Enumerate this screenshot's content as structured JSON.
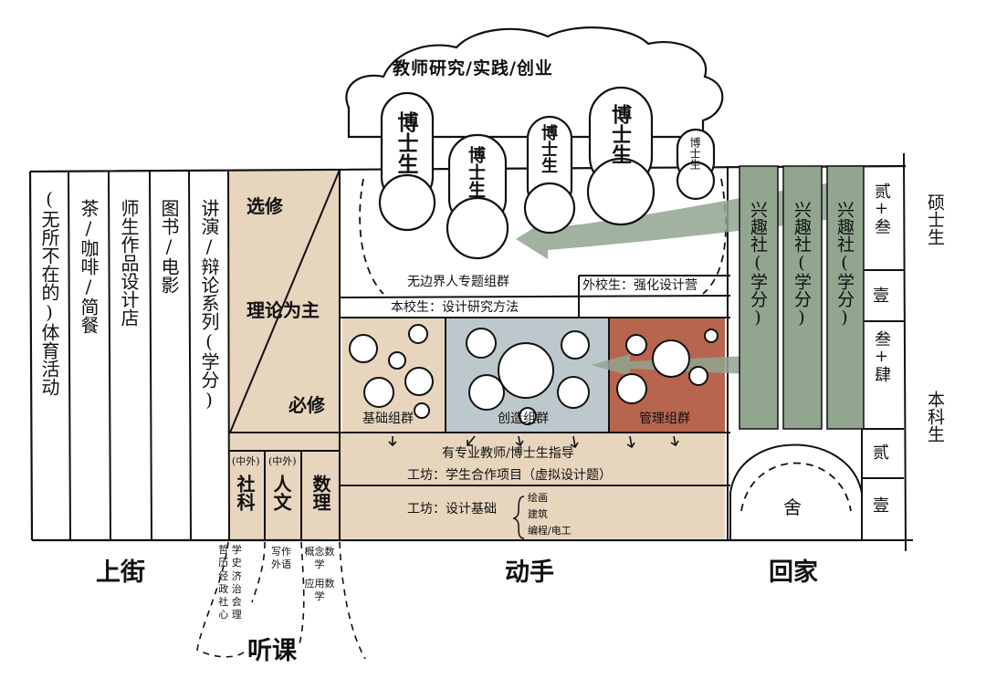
{
  "colors": {
    "beige": "#e8d5be",
    "blue_gray": "#bcc8cc",
    "rust": "#b7654f",
    "green": "#91a58f",
    "ink": "#111111"
  },
  "cloud": {
    "title": "教师研究/实践/创业"
  },
  "phd": {
    "label": "博士生"
  },
  "streets": {
    "col1": "(无所不在的)体育活动",
    "col2": "茶/咖啡/简餐",
    "col3": "师生作品设计店",
    "col4": "图书/电影",
    "col5": "讲演/辩论系列(学分)"
  },
  "lecture": {
    "elective": "选修",
    "theory": "理论为主",
    "required": "必修",
    "social_prefix": "(中外)",
    "social": "社科",
    "humanities_prefix": "(中外)",
    "humanities": "人文",
    "math": "数理",
    "social_subjects": [
      "哲学",
      "历史",
      "经济",
      "政治",
      "社会",
      "心理"
    ],
    "social_subjects_lines": [
      "哲 学",
      "历 史",
      "经 济",
      "政 治",
      "社 会",
      "心 理"
    ],
    "humanities_subjects": [
      "写作",
      "外语"
    ],
    "math_subjects": [
      "概念数学",
      "应用数学"
    ]
  },
  "workshop": {
    "seminar": "无边界人专题组群",
    "own_students": "本校生：设计研究方法",
    "outside_students": "外校生：强化设计营",
    "group_basic": "基础组群",
    "group_creative": "创造组群",
    "group_management": "管理组群",
    "mentor": "有专业教师/博士生指导",
    "project": "工坊：学生合作项目（虚拟设计题）",
    "foundation": "工坊：设计基础",
    "foundation_items": [
      "绘画",
      "建筑",
      "编程/电工"
    ]
  },
  "home": {
    "club": "兴趣社(学分)",
    "dorm": "舍"
  },
  "years": {
    "masters": "硕士生",
    "undergrad": "本科生",
    "m23": "贰+叁",
    "m1": "壹",
    "u34": "叁+肆",
    "u2": "贰",
    "u1": "壹"
  },
  "zones": {
    "street": "上街",
    "hands_on": "动手",
    "lecture": "听课",
    "home": "回家"
  }
}
